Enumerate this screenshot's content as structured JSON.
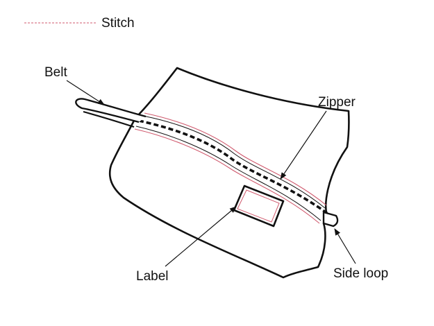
{
  "legend": {
    "stitch_label": "Stitch",
    "stitch_line": "dashed-stitch-line"
  },
  "labels": {
    "belt": "Belt",
    "zipper": "Zipper",
    "label": "Label",
    "side_loop": "Side loop"
  },
  "colors": {
    "outline": "#111111",
    "stitch": "#d05a6e",
    "background": "#ffffff"
  }
}
